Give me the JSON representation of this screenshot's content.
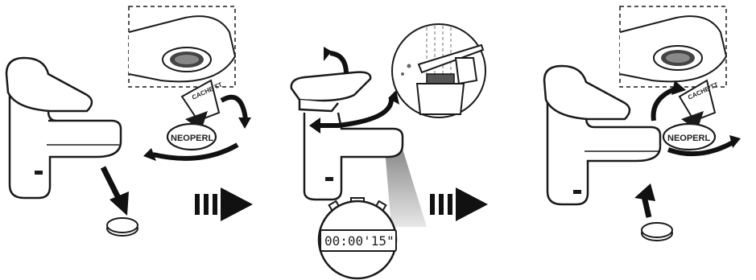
{
  "tool_brand": "NEOPERL",
  "tool_text": "CACHE TT",
  "timer_display": "00:00'15\"",
  "colors": {
    "stroke": "#1a1a1a",
    "fill": "#ffffff",
    "arrow": "#111111",
    "water": "#9a9a9a"
  }
}
